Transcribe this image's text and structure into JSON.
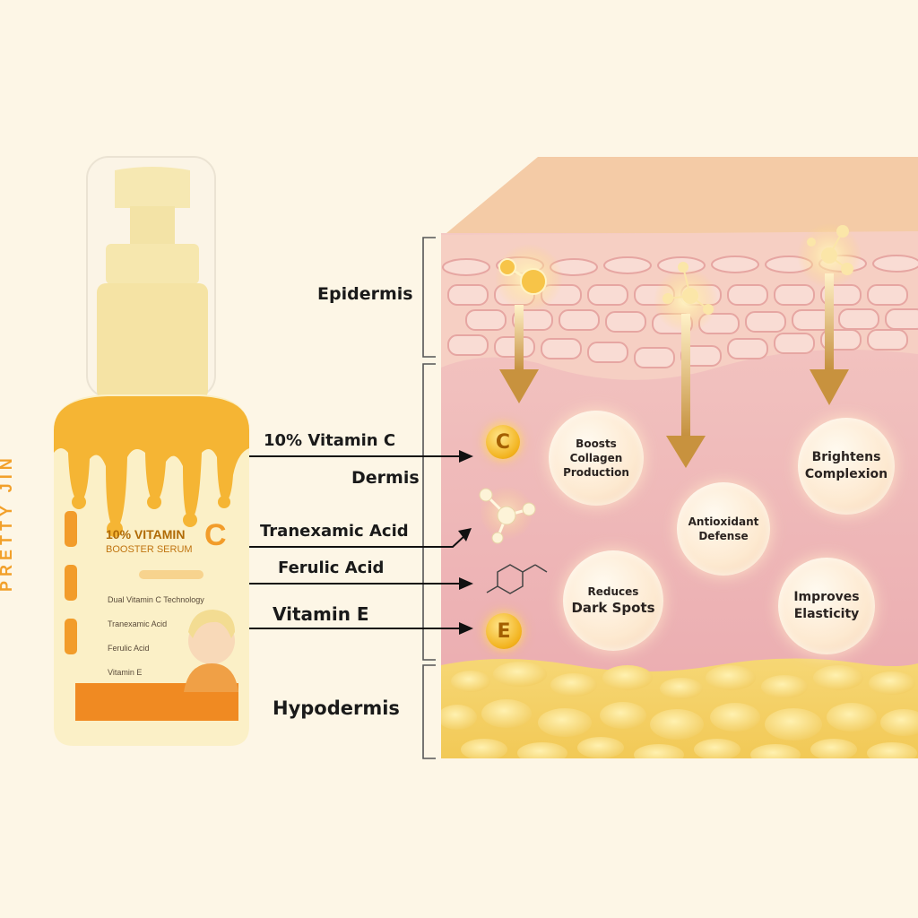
{
  "bottle": {
    "brand": "PRETTY JIN",
    "product_line1": "10% VITAMIN",
    "product_line2": "BOOSTER SERUM",
    "product_letter": "C",
    "tagline_pill": "",
    "ingredients": [
      "Dual Vitamin C Technology",
      "Tranexamic Acid",
      "Ferulic Acid",
      "Vitamin E"
    ],
    "band_text": "",
    "volume": ""
  },
  "ingredient_labels": [
    "10% Vitamin C",
    "Tranexamic Acid",
    "Ferulic Acid",
    "Vitamin E"
  ],
  "skin_layers": [
    "Epidermis",
    "Dermis",
    "Hypodermis"
  ],
  "vitamin_icons": {
    "c": "C",
    "e": "E",
    "molecule": "molecule-icon"
  },
  "benefits": {
    "collagen": "Boosts Collagen Production",
    "brightens": "Brightens Complexion",
    "antioxidant": "Antioxidant Defense",
    "dark_spots_top": "Reduces",
    "dark_spots_bottom": "Dark Spots",
    "elasticity": "Improves Elasticity"
  },
  "colors": {
    "background": "#fdf6e6",
    "accent_orange": "#f2a02a",
    "epidermis_pink": "#f3c3c0",
    "dermis_pink": "#efb6b8",
    "hypodermis_yellow": "#f5d26a",
    "arrow_gold": "#c89b4a"
  }
}
